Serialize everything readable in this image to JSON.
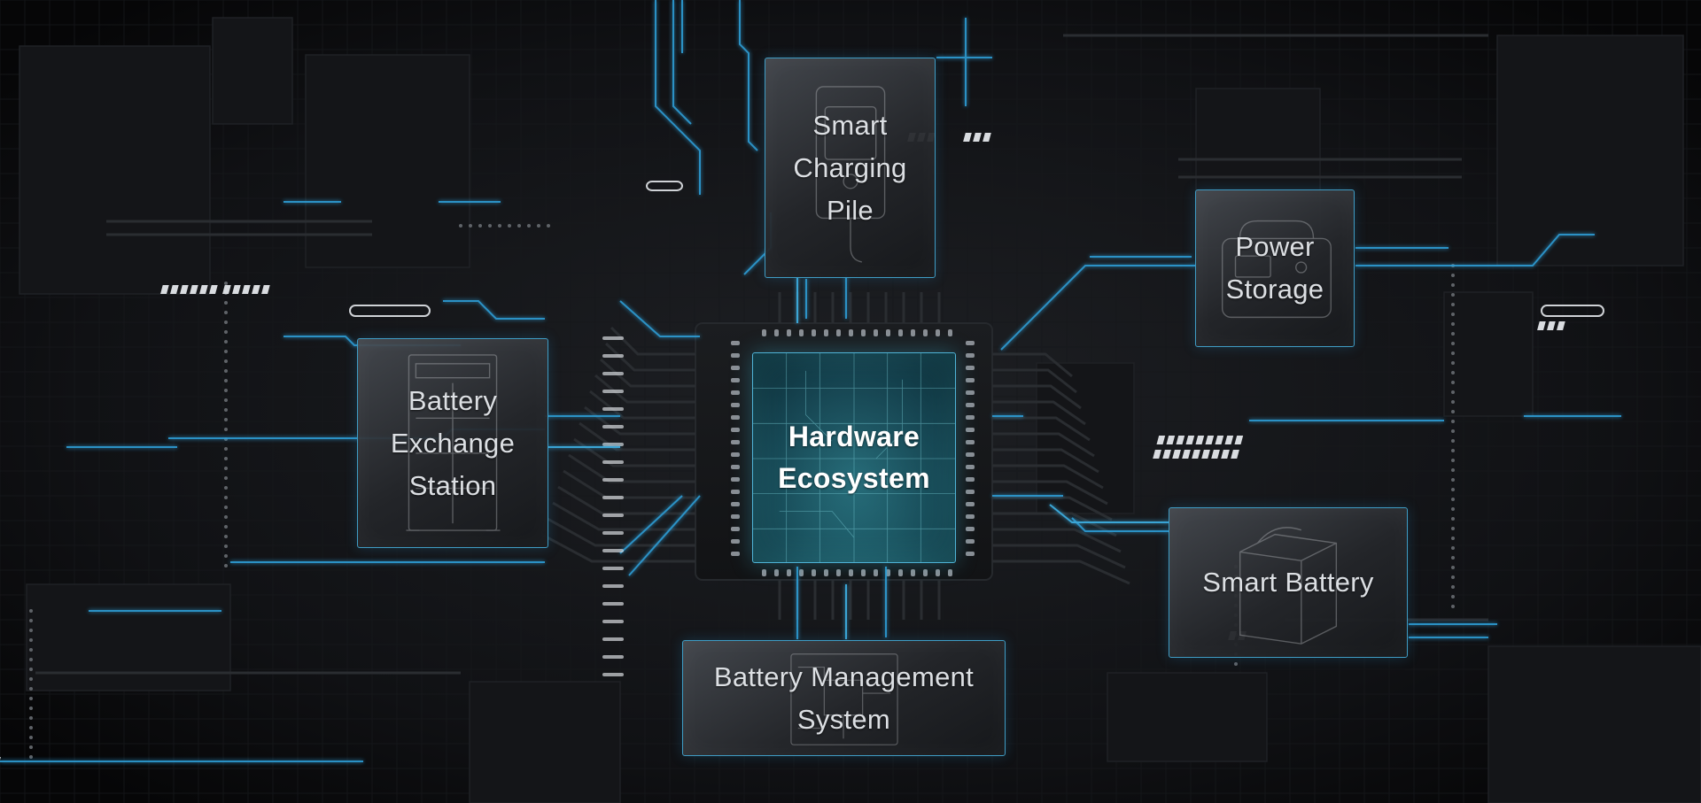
{
  "diagram": {
    "center": {
      "label": "Hardware\nEcosystem"
    },
    "nodes": [
      {
        "id": "charging",
        "label": "Smart\nCharging\nPile",
        "icon": "charging-pile-icon"
      },
      {
        "id": "storage",
        "label": "Power\nStorage",
        "icon": "power-station-icon"
      },
      {
        "id": "exchange",
        "label": "Battery\nExchange\nStation",
        "icon": "battery-cabinet-icon"
      },
      {
        "id": "battery",
        "label": "Smart Battery",
        "icon": "battery-pack-icon"
      },
      {
        "id": "bms",
        "label": "Battery Management\nSystem",
        "icon": "circuit-board-icon"
      }
    ]
  },
  "colors": {
    "background": "#0b0c0e",
    "trace": "#2f9fd8",
    "card_border": "#3f9cc4",
    "core_fill": "#1f5a63",
    "text": "#dcdfe3"
  }
}
